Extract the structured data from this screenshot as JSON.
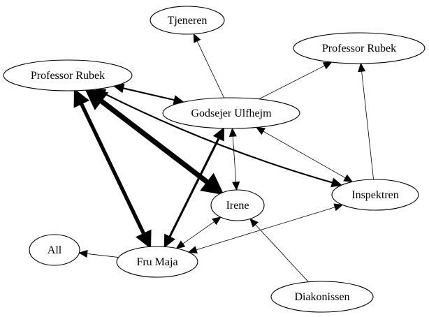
{
  "graph": {
    "nodes": [
      {
        "id": "tjeneren",
        "label": "Tjeneren"
      },
      {
        "id": "rubek_right",
        "label": "Professor Rubek"
      },
      {
        "id": "rubek_left",
        "label": "Professor Rubek"
      },
      {
        "id": "ulfhejm",
        "label": "Godsejer Ulfhejm"
      },
      {
        "id": "irene",
        "label": "Irene"
      },
      {
        "id": "inspektren",
        "label": "Inspektren"
      },
      {
        "id": "all",
        "label": "All"
      },
      {
        "id": "maja",
        "label": "Fru Maja"
      },
      {
        "id": "diakonissen",
        "label": "Diakonissen"
      }
    ],
    "edges": [
      {
        "from": "ulfhejm",
        "to": "tjeneren",
        "weight": 1,
        "arrows": "end"
      },
      {
        "from": "ulfhejm",
        "to": "rubek_right",
        "weight": 1,
        "arrows": "end"
      },
      {
        "from": "inspektren",
        "to": "rubek_right",
        "weight": 1,
        "arrows": "end"
      },
      {
        "from": "rubek_left",
        "to": "ulfhejm",
        "weight": 2,
        "arrows": "both"
      },
      {
        "from": "rubek_left",
        "to": "inspektren",
        "weight": 2,
        "arrows": "both"
      },
      {
        "from": "rubek_left",
        "to": "irene",
        "weight": 7,
        "arrows": "both"
      },
      {
        "from": "rubek_left",
        "to": "maja",
        "weight": 5,
        "arrows": "both"
      },
      {
        "from": "ulfhejm",
        "to": "maja",
        "weight": 3,
        "arrows": "both"
      },
      {
        "from": "ulfhejm",
        "to": "irene",
        "weight": 1,
        "arrows": "both"
      },
      {
        "from": "ulfhejm",
        "to": "inspektren",
        "weight": 1,
        "arrows": "both"
      },
      {
        "from": "irene",
        "to": "maja",
        "weight": 1,
        "arrows": "both"
      },
      {
        "from": "inspektren",
        "to": "maja",
        "weight": 1,
        "arrows": "both"
      },
      {
        "from": "maja",
        "to": "all",
        "weight": 1,
        "arrows": "end"
      },
      {
        "from": "diakonissen",
        "to": "irene",
        "weight": 1,
        "arrows": "end"
      }
    ]
  }
}
